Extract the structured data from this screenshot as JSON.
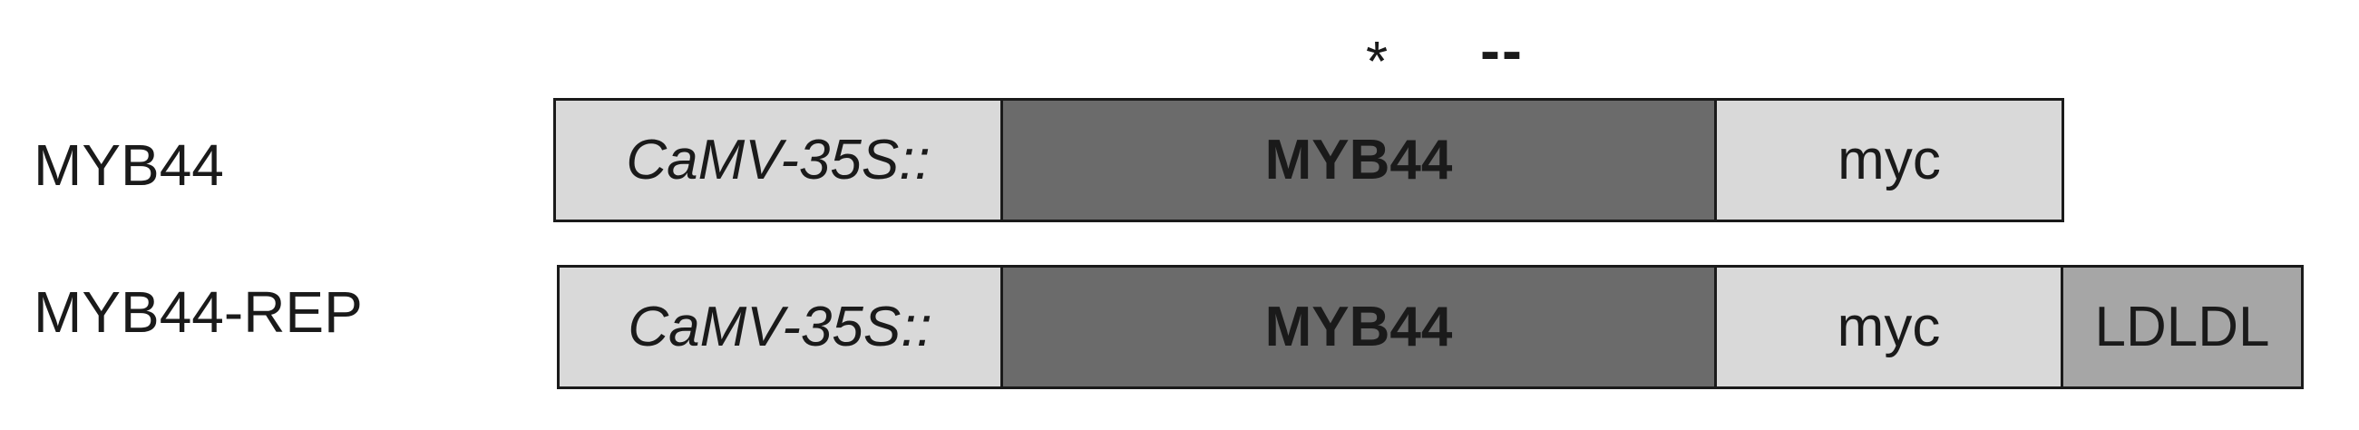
{
  "annotations": {
    "asterisk": "*",
    "dashes": "--"
  },
  "constructs": [
    {
      "label": "MYB44",
      "segments": {
        "promoter": "CaMV-35S::",
        "gene": "MYB44",
        "tag": "myc"
      }
    },
    {
      "label": "MYB44-REP",
      "segments": {
        "promoter": "CaMV-35S::",
        "gene": "MYB44",
        "tag": "myc",
        "repressor": "LDLDL"
      }
    }
  ],
  "colors": {
    "promoter_fill": "#d9d9d9",
    "gene_fill": "#6b6b6b",
    "tag_fill": "#d9d9d9",
    "repressor_fill": "#a6a6a6",
    "outline": "#1a1a1a"
  }
}
